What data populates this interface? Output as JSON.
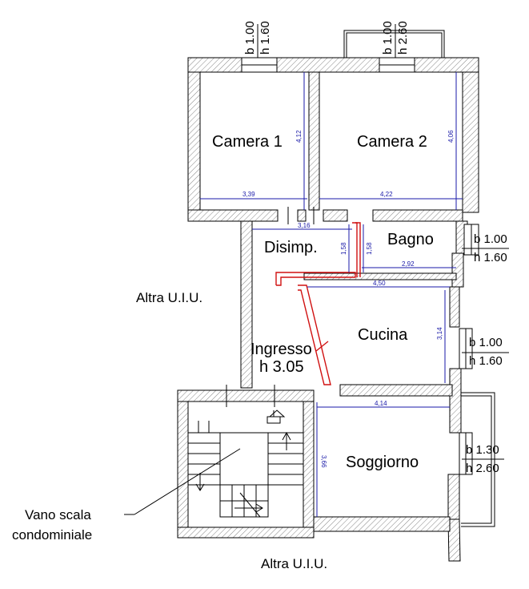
{
  "rooms": {
    "camera1": "Camera 1",
    "camera2": "Camera 2",
    "disimp": "Disimp.",
    "bagno": "Bagno",
    "cucina": "Cucina",
    "ingresso": "Ingresso",
    "ingresso_h": "h 3.05",
    "soggiorno": "Soggiorno"
  },
  "labels": {
    "altra_left": "Altra U.I.U.",
    "altra_bottom": "Altra U.I.U.",
    "vano_line1": "Vano scala",
    "vano_line2": "condominiale"
  },
  "windows": {
    "cam1_b": "b 1.00",
    "cam1_h": "h 1.60",
    "cam2_b": "b 1.00",
    "cam2_h": "h 2.60",
    "bagno_b": "b 1.00",
    "bagno_h": "h 1.60",
    "cucina_b": "b 1.00",
    "cucina_h": "h 1.60",
    "sogg_b": "b 1.30",
    "sogg_h": "h 2.60"
  },
  "dimensions": {
    "cam1_w": "3,39",
    "cam1_d": "4,12",
    "cam2_w": "4,22",
    "cam2_d": "4,06",
    "disimp_w": "3,16",
    "disimp_d": "1,58",
    "bagno_d": "1,58",
    "bagno_w": "2,92",
    "cucina_w": "4,50",
    "cucina_d": "3,14",
    "sogg_w": "4,14",
    "sogg_d": "3,66"
  }
}
